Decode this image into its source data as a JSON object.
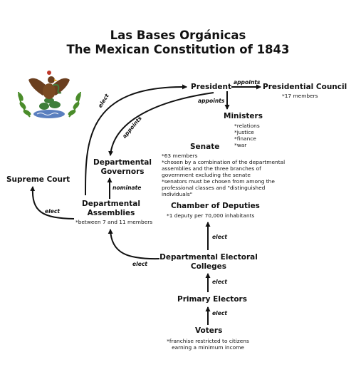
{
  "title": {
    "line1": "Las Bases Orgánicas",
    "line2": "The Mexican Constitution of 1843"
  },
  "nodes": {
    "president": "President",
    "presidential_council": "Presidential Council",
    "presidential_council_note": "*17 members",
    "ministers": "Ministers",
    "ministers_notes": [
      "*relations",
      "*justice",
      "*finance",
      "*war"
    ],
    "senate": "Senate",
    "senate_notes": [
      "*63 members",
      "*chosen by a combination of the departmental",
      "assemblies and the three branches of",
      "government excluding the senate",
      "*senators must be chosen from among the",
      "professional classes and \"distinguished",
      "individuals\""
    ],
    "departmental_governors_line1": "Departmental",
    "departmental_governors_line2": "Governors",
    "supreme_court": "Supreme Court",
    "departmental_assemblies_line1": "Departmental",
    "departmental_assemblies_line2": "Assemblies",
    "departmental_assemblies_note": "*between 7 and 11 members",
    "chamber_of_deputies": "Chamber of Deputies",
    "chamber_of_deputies_note": "*1 deputy per 70,000 inhabitants",
    "electoral_colleges_line1": "Departmental Electoral",
    "electoral_colleges_line2": "Colleges",
    "primary_electors": "Primary Electors",
    "voters": "Voters",
    "voters_notes": [
      "*franchise restricted to citizens",
      "earning a minimum income"
    ]
  },
  "edge_labels": {
    "appoints_council": "appoints",
    "appoints_ministers": "appoints",
    "elect_president": "elect",
    "appoints_governors": "appoints",
    "nominate": "nominate",
    "elect_supreme_court": "elect",
    "elect_deputies": "elect",
    "elect_assemblies": "elect",
    "elect_colleges": "elect",
    "elect_primary": "elect"
  },
  "emblem": {
    "icon": "mexican-eagle-coat-of-arms"
  },
  "colors": {
    "ink": "#111111",
    "eagle": "#6b3f1f",
    "laurel": "#4a8c2a",
    "cactus": "#3f7f3a",
    "water": "#5a7fbf"
  }
}
